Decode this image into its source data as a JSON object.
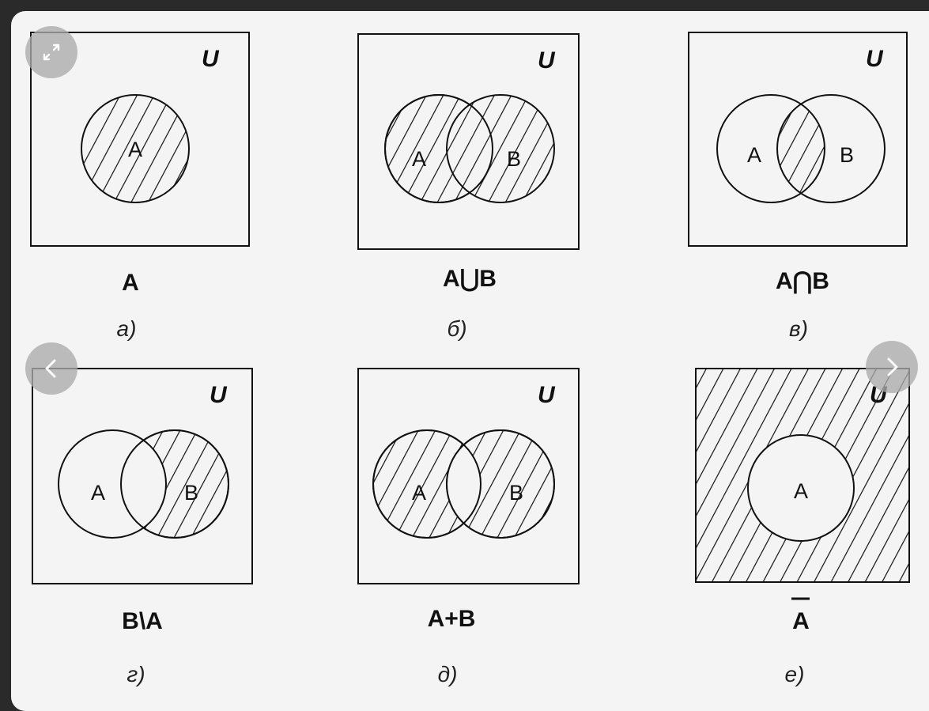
{
  "universe_label": "U",
  "panels": [
    {
      "caption": "A",
      "sublabel": "а)",
      "set_a": "A",
      "set_b": ""
    },
    {
      "caption": "A⋃B",
      "sublabel": "б)",
      "set_a": "A",
      "set_b": "B"
    },
    {
      "caption": "A⋂B",
      "sublabel": "в)",
      "set_a": "A",
      "set_b": "B"
    },
    {
      "caption": "B\\A",
      "sublabel": "г)",
      "set_a": "A",
      "set_b": "B"
    },
    {
      "caption": "A+B",
      "sublabel": "д)",
      "set_a": "A",
      "set_b": "B"
    },
    {
      "caption": "A",
      "caption_overline": true,
      "sublabel": "е)",
      "set_a": "A",
      "set_b": ""
    }
  ],
  "controls": {
    "expand": "expand-icon",
    "prev": "chevron-left-icon",
    "next": "chevron-right-icon"
  },
  "colors": {
    "ink": "#111111",
    "background": "#f4f4f4",
    "control": "#aaaaaa"
  }
}
